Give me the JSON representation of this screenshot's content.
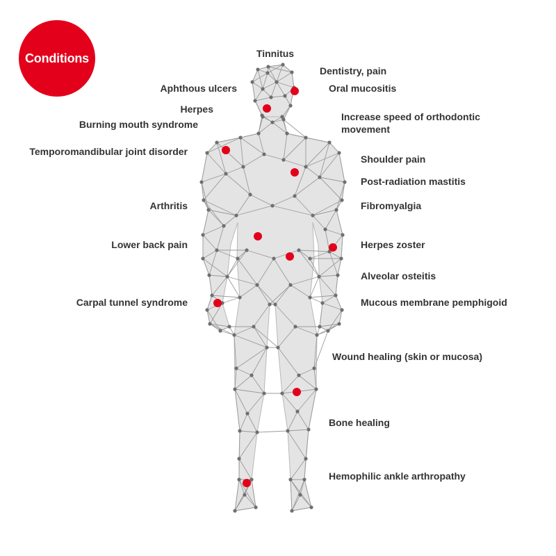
{
  "badge": {
    "label": "Conditions",
    "color": "#e3001b"
  },
  "marker_color": "#e3001b",
  "labels": {
    "tinnitus": "Tinnitus",
    "dentistry": "Dentistry, pain",
    "aphthous": "Aphthous ulcers",
    "oral_mucositis": "Oral mucositis",
    "herpes": "Herpes",
    "orthodontic": "Increase speed of orthodontic movement",
    "burning_mouth": "Burning mouth syndrome",
    "tmj": "Temporomandibular joint disorder",
    "shoulder_pain": "Shoulder pain",
    "post_radiation": "Post-radiation mastitis",
    "arthritis": "Arthritis",
    "fibromyalgia": "Fibromyalgia",
    "lower_back": "Lower back pain",
    "herpes_zoster": "Herpes zoster",
    "alveolar": "Alveolar osteitis",
    "carpal": "Carpal tunnel syndrome",
    "pemphigoid": "Mucous membrane pemphigoid",
    "wound": "Wound healing (skin or mucosa)",
    "bone": "Bone healing",
    "ankle": "Hemophilic ankle arthropathy"
  }
}
